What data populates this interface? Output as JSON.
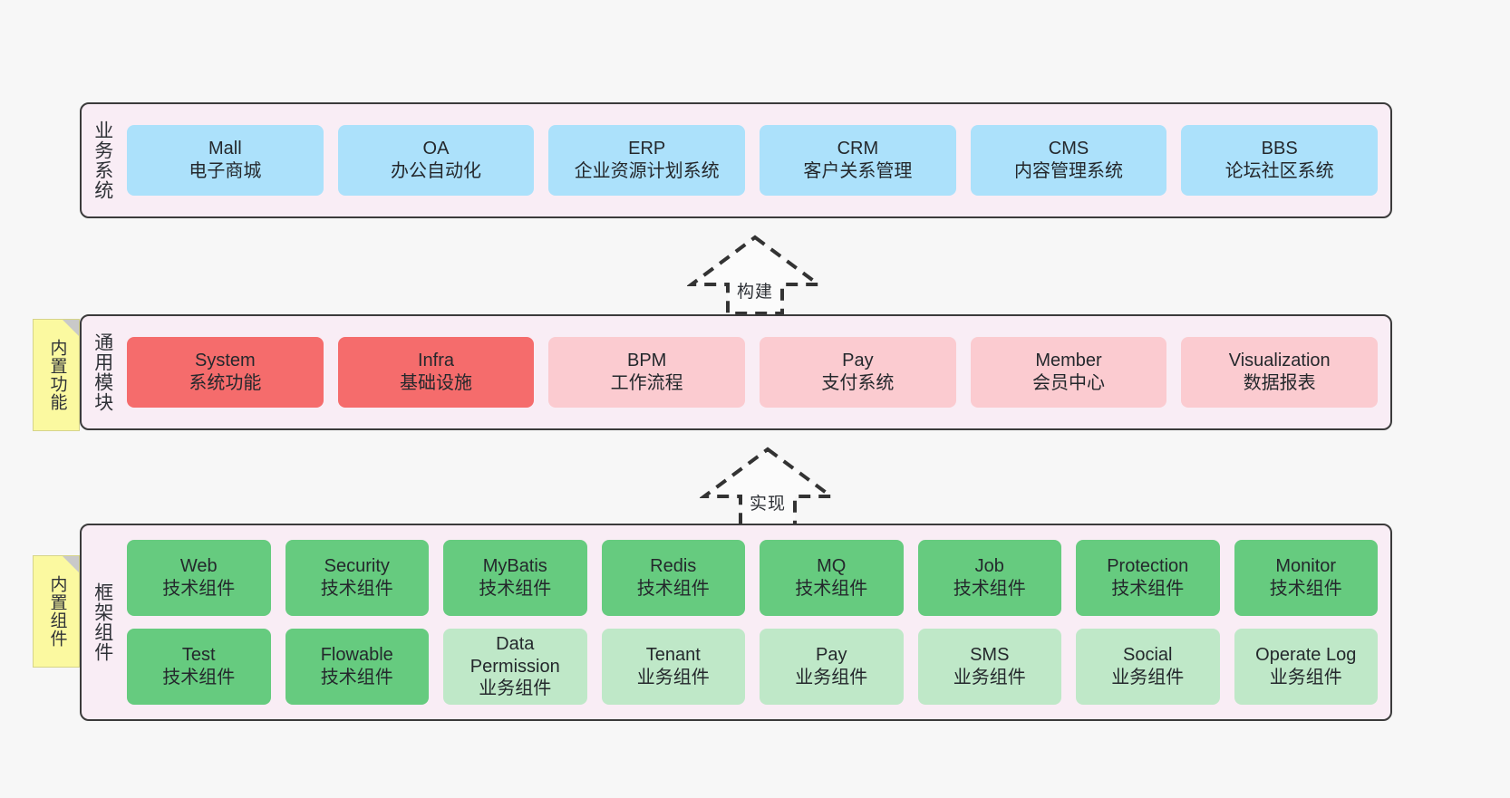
{
  "theme": {
    "background": "#f7f7f7",
    "panel_bg": "#f9edf5",
    "panel_border": "#3b3b3b",
    "blue": "#ace1fb",
    "red": "#f56c6c",
    "pink": "#fbcbd0",
    "green": "#66cb7f",
    "light_green": "#bfe8c8",
    "note_yellow": "#fbf9a0"
  },
  "layers": {
    "business": {
      "title": "业务系统",
      "cards": [
        {
          "name": "Mall",
          "sub": "电子商城"
        },
        {
          "name": "OA",
          "sub": "办公自动化"
        },
        {
          "name": "ERP",
          "sub": "企业资源计划系统"
        },
        {
          "name": "CRM",
          "sub": "客户关系管理"
        },
        {
          "name": "CMS",
          "sub": "内容管理系统"
        },
        {
          "name": "BBS",
          "sub": "论坛社区系统"
        }
      ]
    },
    "modules": {
      "title": "通用模块",
      "note": "内置功能",
      "cards": [
        {
          "name": "System",
          "sub": "系统功能"
        },
        {
          "name": "Infra",
          "sub": "基础设施"
        },
        {
          "name": "BPM",
          "sub": "工作流程"
        },
        {
          "name": "Pay",
          "sub": "支付系统"
        },
        {
          "name": "Member",
          "sub": "会员中心"
        },
        {
          "name": "Visualization",
          "sub": "数据报表"
        }
      ]
    },
    "framework": {
      "title": "框架组件",
      "note": "内置组件",
      "row1": [
        {
          "name": "Web",
          "sub": "技术组件"
        },
        {
          "name": "Security",
          "sub": "技术组件"
        },
        {
          "name": "MyBatis",
          "sub": "技术组件"
        },
        {
          "name": "Redis",
          "sub": "技术组件"
        },
        {
          "name": "MQ",
          "sub": "技术组件"
        },
        {
          "name": "Job",
          "sub": "技术组件"
        },
        {
          "name": "Protection",
          "sub": "技术组件"
        },
        {
          "name": "Monitor",
          "sub": "技术组件"
        }
      ],
      "row2": [
        {
          "name": "Test",
          "sub": "技术组件"
        },
        {
          "name": "Flowable",
          "sub": "技术组件"
        },
        {
          "name": "Data Permission",
          "sub": "业务组件"
        },
        {
          "name": "Tenant",
          "sub": "业务组件"
        },
        {
          "name": "Pay",
          "sub": "业务组件"
        },
        {
          "name": "SMS",
          "sub": "业务组件"
        },
        {
          "name": "Social",
          "sub": "业务组件"
        },
        {
          "name": "Operate Log",
          "sub": "业务组件"
        }
      ]
    }
  },
  "arrows": {
    "build": "构建",
    "implement": "实现"
  }
}
